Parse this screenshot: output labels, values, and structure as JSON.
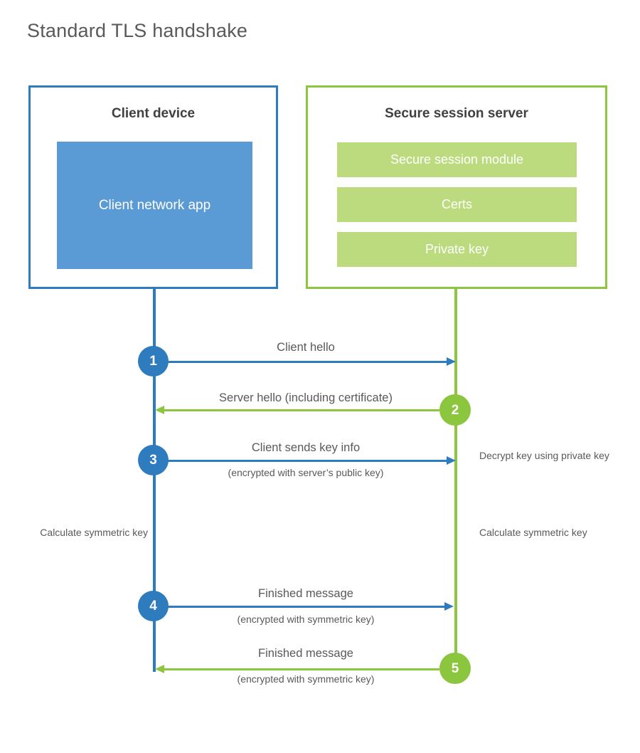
{
  "page": {
    "title": "Standard TLS handshake",
    "background": "#ffffff"
  },
  "colors": {
    "client_accent": "#2E7CBE",
    "server_accent": "#8CC63E",
    "client_block_fill": "#5B9BD5",
    "server_bar_fill": "#BCDB7E",
    "text": "#58595b",
    "heading_text": "#404040"
  },
  "participants": {
    "client": {
      "title": "Client device",
      "component": "Client network app"
    },
    "server": {
      "title": "Secure session server",
      "components": [
        "Secure session module",
        "Certs",
        "Private key"
      ]
    }
  },
  "messages": [
    {
      "step": "1",
      "label": "Client hello",
      "sublabel": "",
      "direction": "client-to-server",
      "color": "#2E7CBE"
    },
    {
      "step": "2",
      "label": "Server hello (including certificate)",
      "sublabel": "",
      "direction": "server-to-client",
      "color": "#8CC63E"
    },
    {
      "step": "3",
      "label": "Client sends key info",
      "sublabel": "(encrypted with server’s public key)",
      "direction": "client-to-server",
      "color": "#2E7CBE"
    },
    {
      "step": "4",
      "label": "Finished message",
      "sublabel": "(encrypted with symmetric key)",
      "direction": "client-to-server",
      "color": "#2E7CBE"
    },
    {
      "step": "5",
      "label": "Finished message",
      "sublabel": "(encrypted with symmetric key)",
      "direction": "server-to-client",
      "color": "#8CC63E"
    }
  ],
  "annotations": {
    "server_decrypt": "Decrypt key using private key",
    "client_calculate": "Calculate symmetric key",
    "server_calculate": "Calculate symmetric key"
  }
}
